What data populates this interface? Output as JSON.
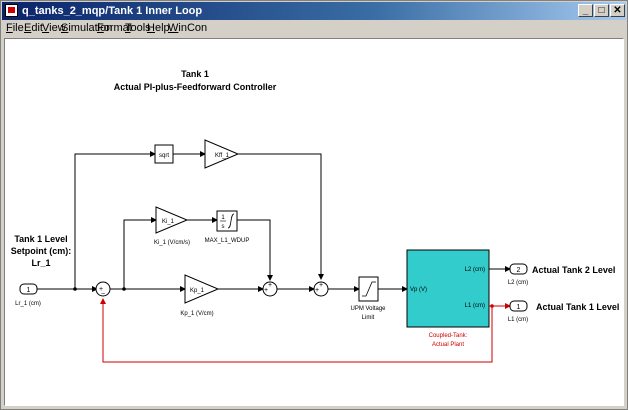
{
  "window": {
    "title": "q_tanks_2_mqp/Tank 1 Inner Loop",
    "minimize_label": "_",
    "maximize_label": "□",
    "close_label": "✕"
  },
  "menu": [
    "File",
    "Edit",
    "View",
    "Simulation",
    "Format",
    "Tools",
    "Help",
    "WinCon"
  ],
  "diagram": {
    "title_line1": "Tank 1",
    "title_line2": "Actual PI-plus-Feedforward Controller",
    "setpoint_label": [
      "Tank 1 Level",
      "Setpoint (cm):",
      "Lr_1"
    ],
    "inport": {
      "number": "1",
      "label": "Lr_1 (cm)"
    },
    "sqrt": {
      "text": "sqrt"
    },
    "kff": {
      "text": "Kff_1"
    },
    "ki": {
      "text": "Ki_1",
      "label": "Ki_1 (V/cm/s)"
    },
    "integrator": {
      "num": "1",
      "den": "s",
      "label": "MAX_L1_WDUP"
    },
    "kp": {
      "text": "Kp_1",
      "label": "Kp_1 (V/cm)"
    },
    "saturation": {
      "label_line1": "UPM Voltage",
      "label_line2": "Limit"
    },
    "plant": {
      "port_in": "Vp (V)",
      "port_out1": "L2 (cm)",
      "port_out2": "L1 (cm)",
      "label_line1": "Coupled-Tank:",
      "label_line2": "Actual Plant",
      "color": "#33cccc"
    },
    "outport_2": {
      "number": "2",
      "label": "L2 (cm)",
      "desc": "Actual Tank 2 Level"
    },
    "outport_1": {
      "number": "1",
      "label": "L1 (cm)",
      "desc": "Actual Tank 1 Level"
    },
    "sum_signs": {
      "sum1_top": "+",
      "sum1_bottom": "−",
      "sum2_left": "+",
      "sum2_top": "+",
      "sum3_left": "+",
      "sum3_top": "+"
    },
    "feedback_color": "#cc0000"
  }
}
